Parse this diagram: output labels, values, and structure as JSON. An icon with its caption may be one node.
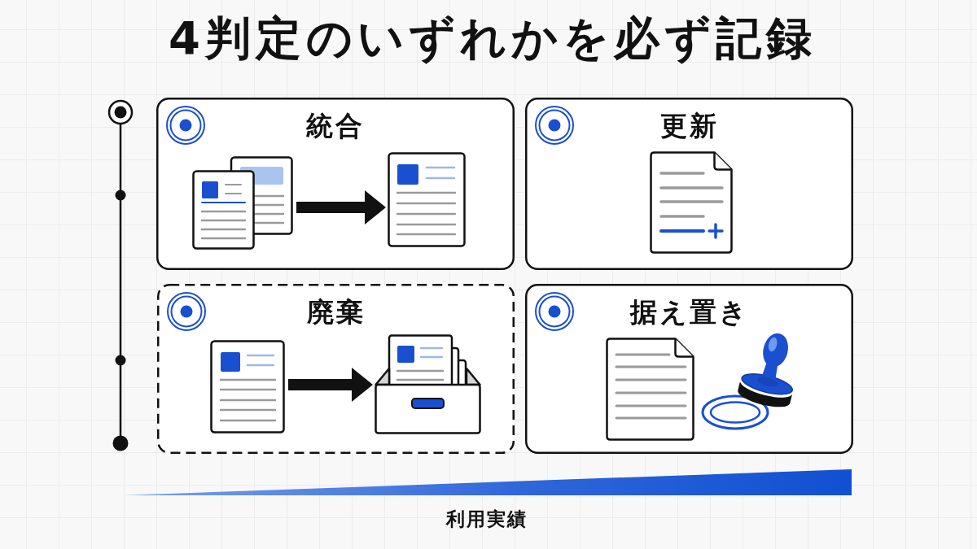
{
  "diagram": {
    "title": "4判定のいずれかを必ず記録",
    "nodes": [
      {
        "text": [
          "統合"
        ]
      },
      {
        "text": [],
        "shape": "picture",
        "in": 0
      },
      {
        "text": [],
        "shape": "picture",
        "in": 0
      },
      {
        "text": [
          "更新"
        ]
      },
      {
        "text": [
          "廃棄"
        ]
      },
      {
        "text": [],
        "shape": "picture",
        "in": 4
      },
      {
        "text": [],
        "shape": "picture",
        "in": 4
      },
      {
        "text": [
          "据え置き"
        ]
      },
      {
        "text": [
          "利用実績"
        ]
      }
    ],
    "edges": [
      {
        "from": 1,
        "to": 2,
        "arrow": "to"
      },
      {
        "from": 5,
        "to": 6,
        "arrow": "to"
      }
    ]
  }
}
